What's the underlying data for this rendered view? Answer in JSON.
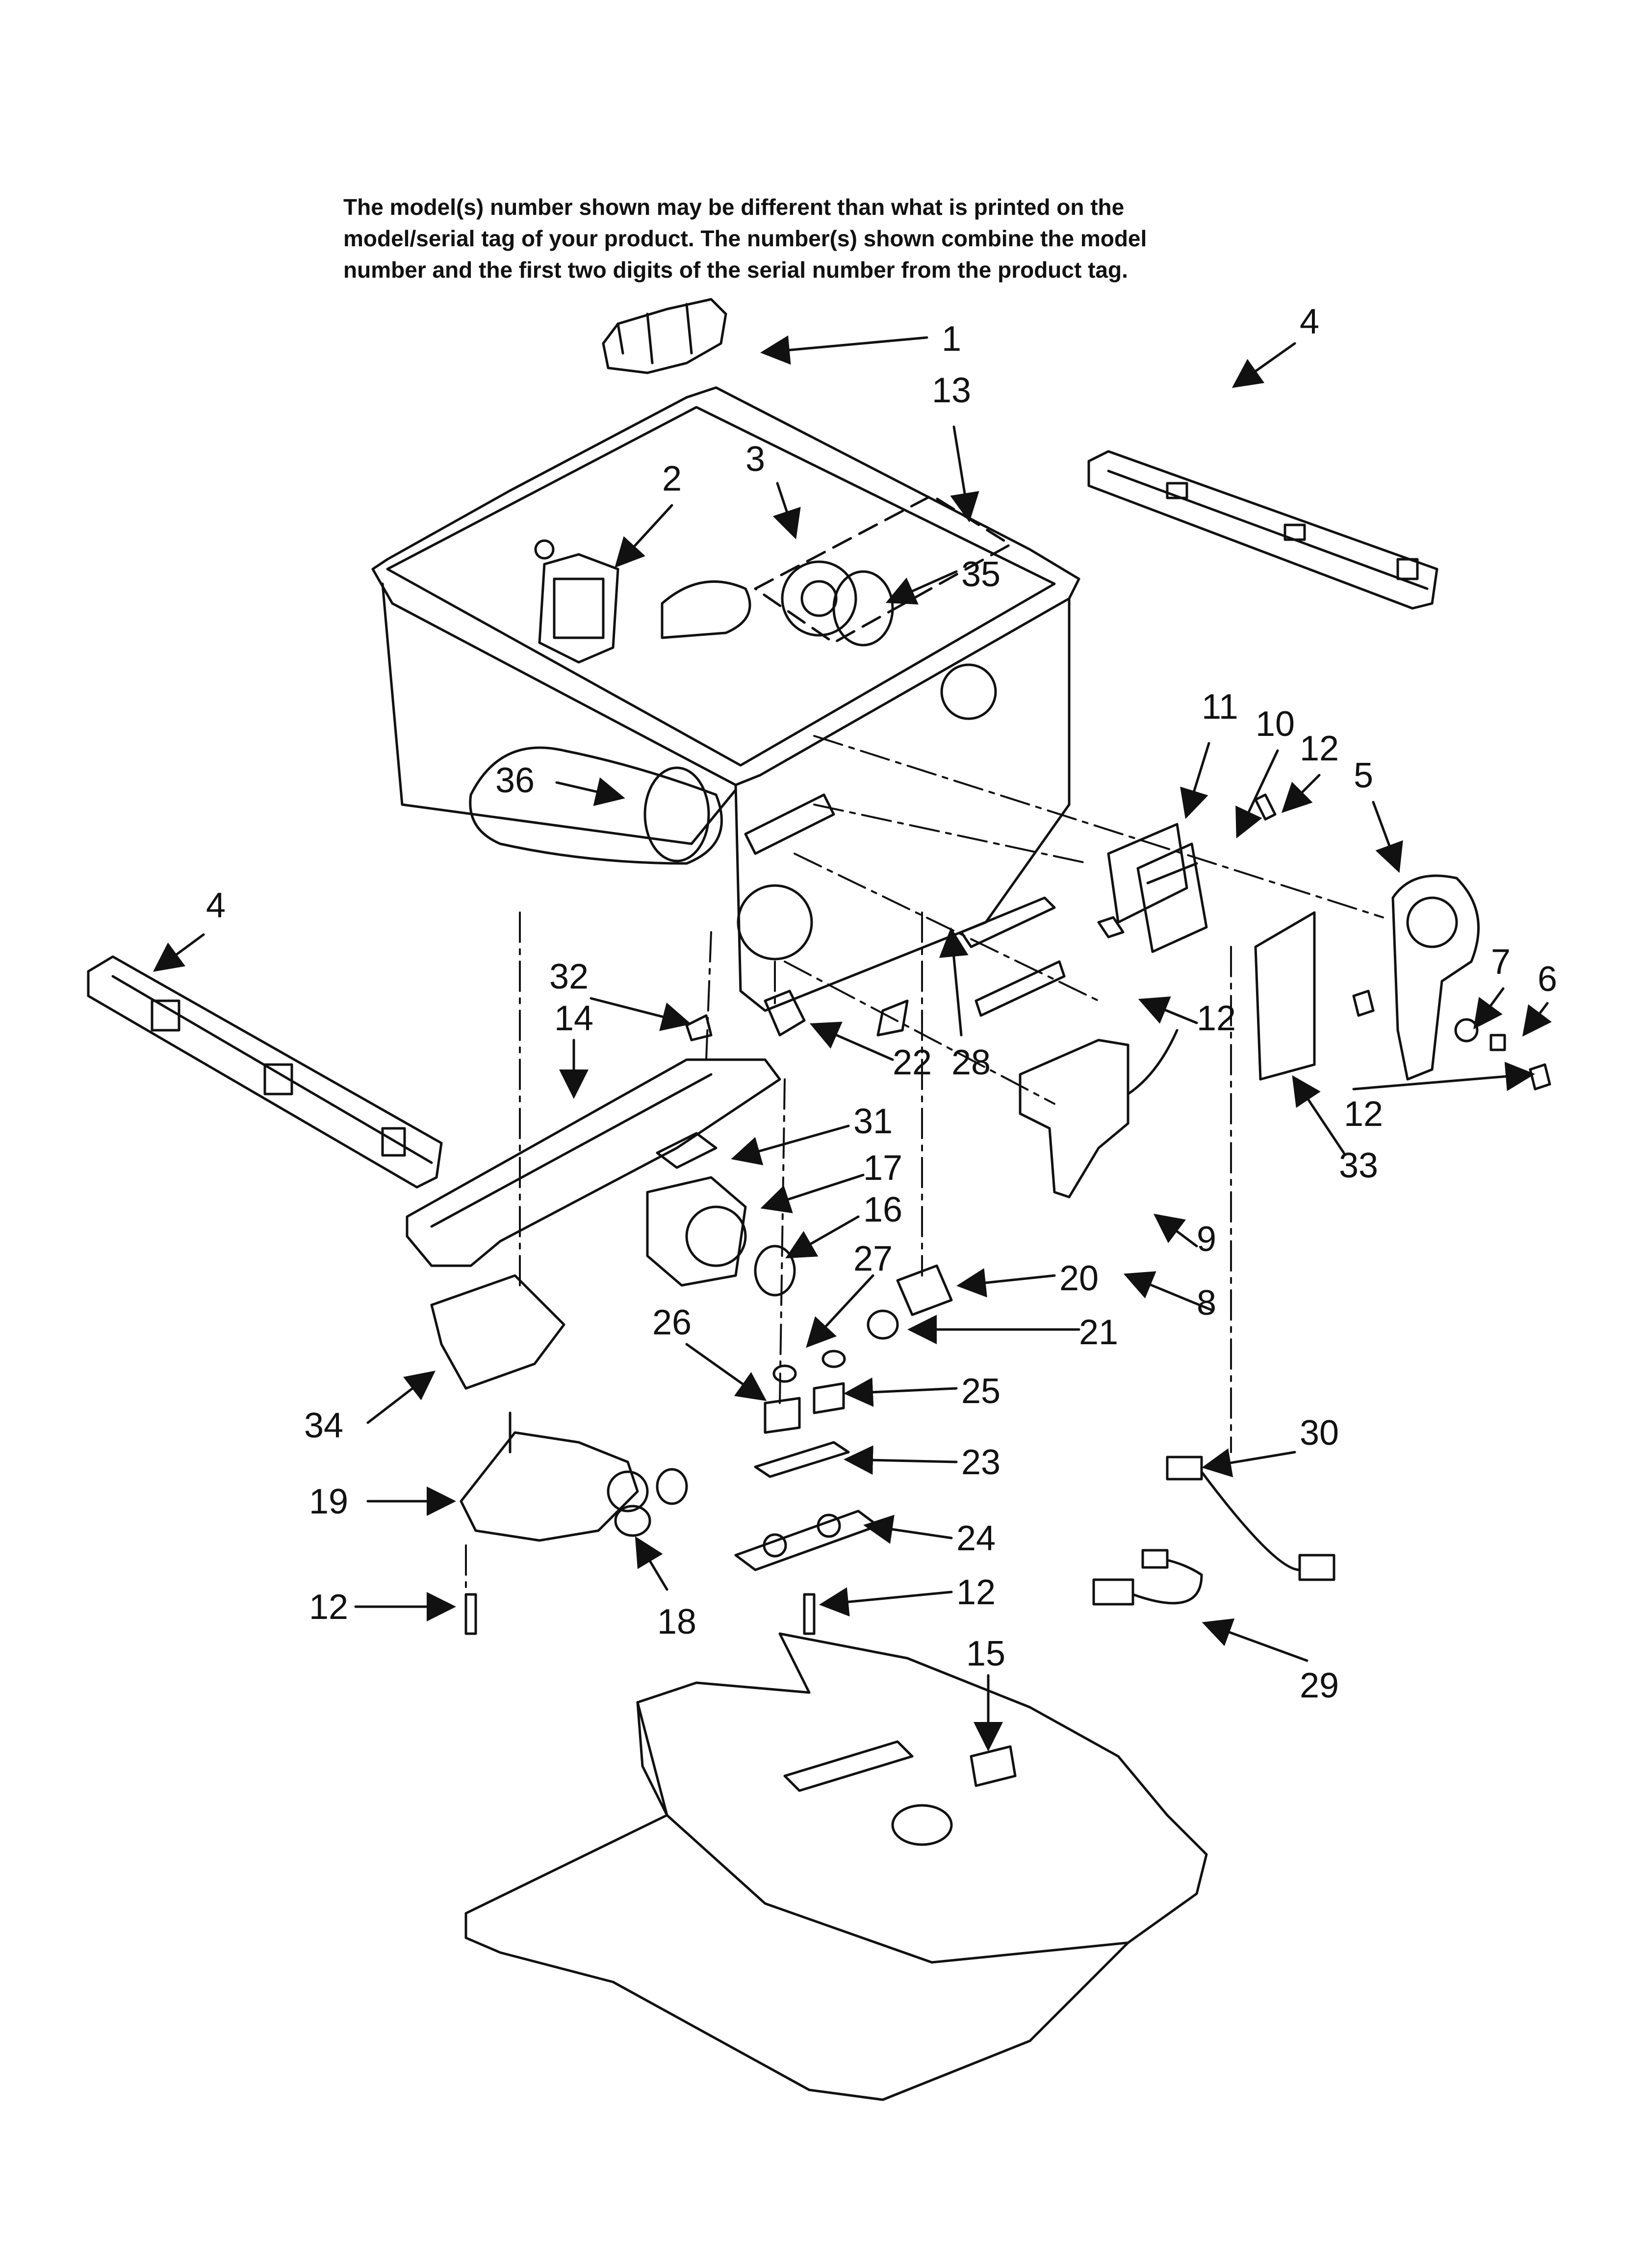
{
  "notice": {
    "line1": "The model(s) number shown may be different than what is printed on the",
    "line2": "model/serial tag of your product. The number(s) shown combine the model",
    "line3": "number and the first two digits of the serial number from the product tag."
  },
  "callouts": [
    {
      "id": "c1",
      "text": "1"
    },
    {
      "id": "c13",
      "text": "13"
    },
    {
      "id": "c4a",
      "text": "4"
    },
    {
      "id": "c2",
      "text": "2"
    },
    {
      "id": "c3",
      "text": "3"
    },
    {
      "id": "c35",
      "text": "35"
    },
    {
      "id": "c36",
      "text": "36"
    },
    {
      "id": "c11",
      "text": "11"
    },
    {
      "id": "c10",
      "text": "10"
    },
    {
      "id": "c12a",
      "text": "12"
    },
    {
      "id": "c5",
      "text": "5"
    },
    {
      "id": "c4b",
      "text": "4"
    },
    {
      "id": "c32",
      "text": "32"
    },
    {
      "id": "c14",
      "text": "14"
    },
    {
      "id": "c22",
      "text": "22"
    },
    {
      "id": "c28",
      "text": "28"
    },
    {
      "id": "c12b",
      "text": "12"
    },
    {
      "id": "c7",
      "text": "7"
    },
    {
      "id": "c6",
      "text": "6"
    },
    {
      "id": "c12c",
      "text": "12"
    },
    {
      "id": "c33",
      "text": "33"
    },
    {
      "id": "c31",
      "text": "31"
    },
    {
      "id": "c17",
      "text": "17"
    },
    {
      "id": "c9",
      "text": "9"
    },
    {
      "id": "c8",
      "text": "8"
    },
    {
      "id": "c16",
      "text": "16"
    },
    {
      "id": "c27",
      "text": "27"
    },
    {
      "id": "c20",
      "text": "20"
    },
    {
      "id": "c26",
      "text": "26"
    },
    {
      "id": "c21",
      "text": "21"
    },
    {
      "id": "c25",
      "text": "25"
    },
    {
      "id": "c34",
      "text": "34"
    },
    {
      "id": "c30",
      "text": "30"
    },
    {
      "id": "c23",
      "text": "23"
    },
    {
      "id": "c19",
      "text": "19"
    },
    {
      "id": "c24",
      "text": "24"
    },
    {
      "id": "c12d",
      "text": "12"
    },
    {
      "id": "c12e",
      "text": "12"
    },
    {
      "id": "c18",
      "text": "18"
    },
    {
      "id": "c15",
      "text": "15"
    },
    {
      "id": "c29",
      "text": "29"
    }
  ]
}
